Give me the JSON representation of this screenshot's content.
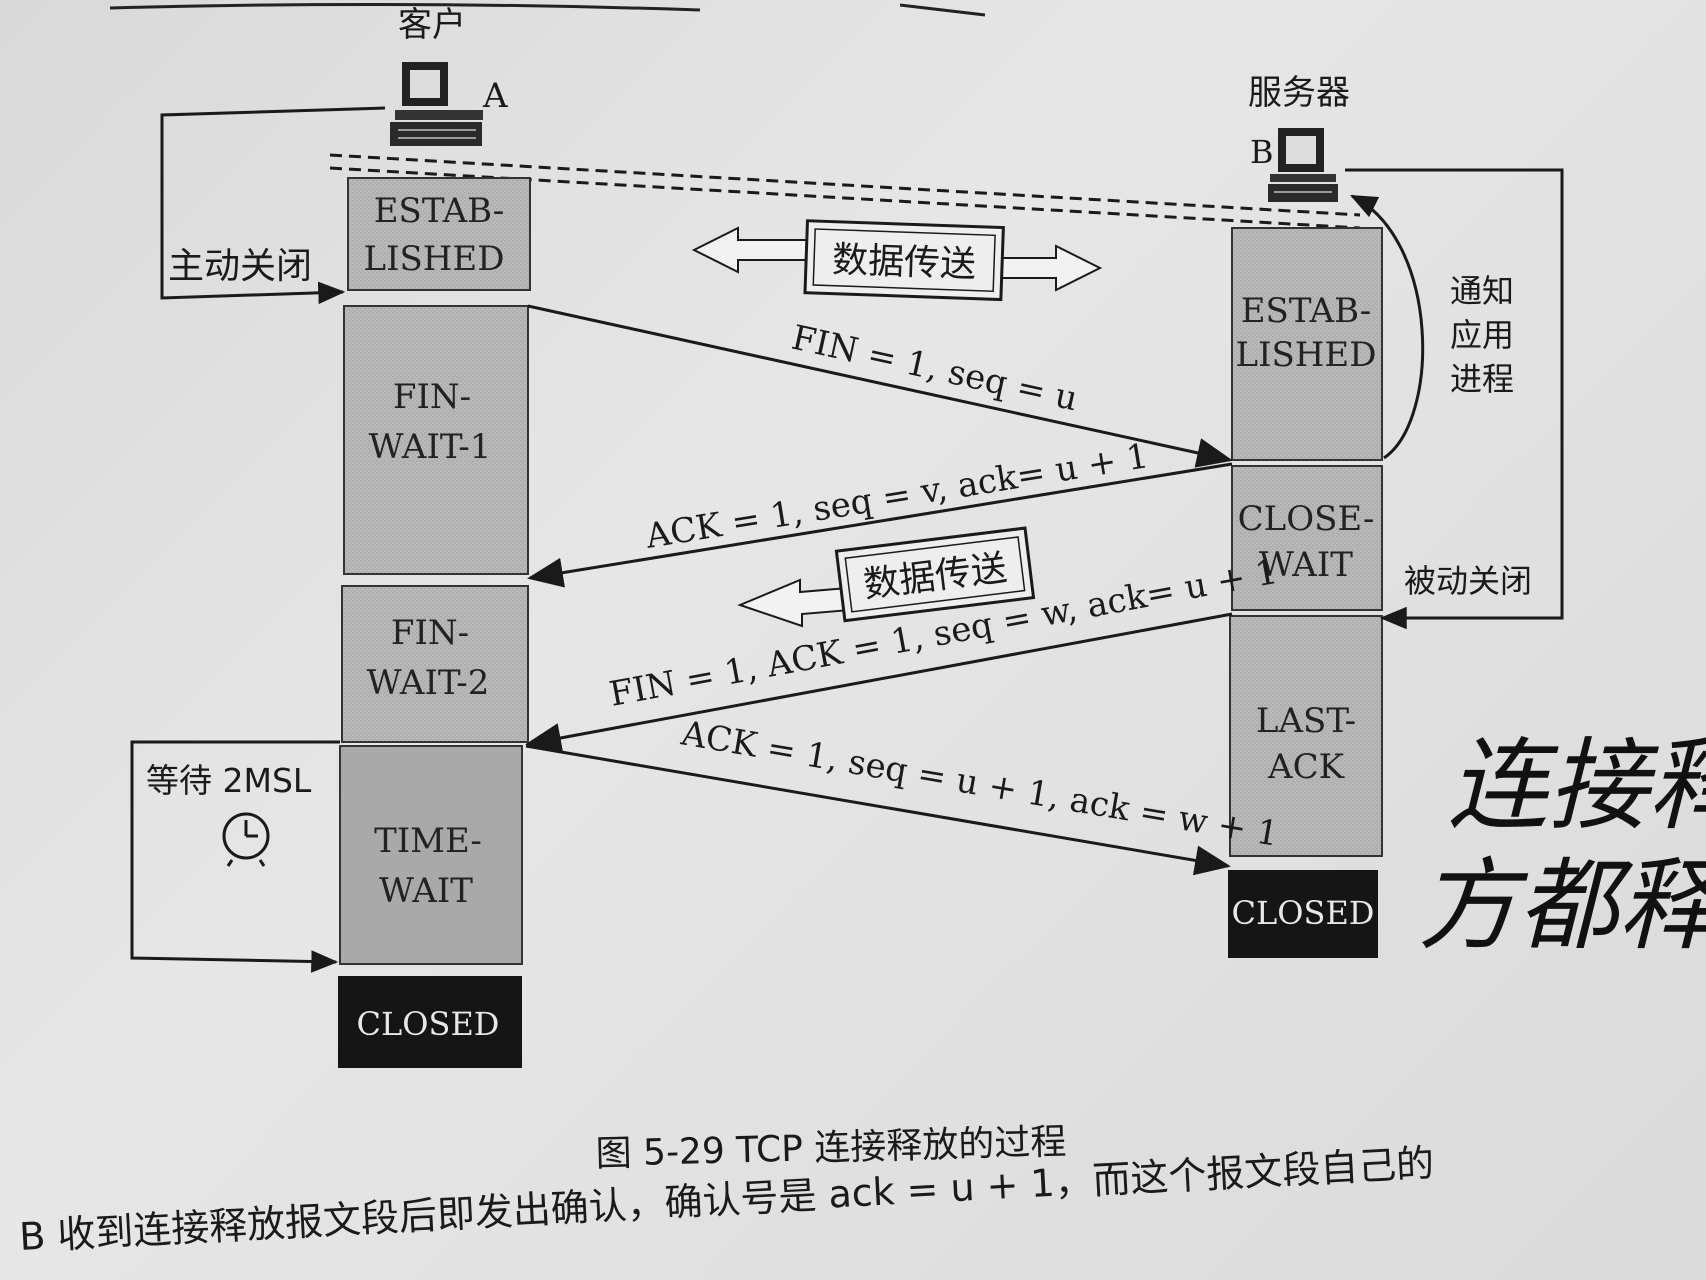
{
  "header": {
    "client_label": "客户",
    "client_id": "A",
    "server_label": "服务器",
    "server_id": "B"
  },
  "labels": {
    "active_close": "主动关闭",
    "passive_close": "被动关闭",
    "notify_app_1": "通知",
    "notify_app_2": "应用",
    "notify_app_3": "进程",
    "wait_2msl": "等待 2MSL",
    "data_transfer_top": "数据传送",
    "data_transfer_mid": "数据传送"
  },
  "client_states": [
    {
      "line1": "ESTAB-",
      "line2": "LISHED"
    },
    {
      "line1": "FIN-",
      "line2": "WAIT-1"
    },
    {
      "line1": "FIN-",
      "line2": "WAIT-2"
    },
    {
      "line1": "TIME-",
      "line2": "WAIT"
    },
    {
      "line1": "CLOSED",
      "line2": ""
    }
  ],
  "server_states": [
    {
      "line1": "ESTAB-",
      "line2": "LISHED"
    },
    {
      "line1": "CLOSE-",
      "line2": "WAIT"
    },
    {
      "line1": "LAST-",
      "line2": "ACK"
    },
    {
      "line1": "CLOSED",
      "line2": ""
    }
  ],
  "messages": [
    {
      "text": "FIN = 1, seq = u"
    },
    {
      "text": "ACK = 1, seq = v, ack= u + 1"
    },
    {
      "text": "FIN = 1, ACK = 1, seq = w, ack= u + 1"
    },
    {
      "text": "ACK = 1, seq = u + 1, ack = w + 1"
    }
  ],
  "handwriting": {
    "line1": "连接释",
    "line2": "方都释"
  },
  "caption": "图 5-29    TCP 连接释放的过程",
  "bottom_text": "B 收到连接释放报文段后即发出确认，确认号是 ack = u + 1，而这个报文段自己的",
  "colors": {
    "state_fill": "#b5b5b5",
    "closed_fill": "#151515",
    "line": "#1a1a1a"
  }
}
